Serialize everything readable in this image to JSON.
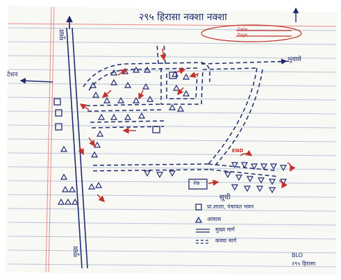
{
  "header": {
    "title": "२९५ हिरासा नक्शा नक्शा"
  },
  "stamp": {
    "line1": "Date",
    "line2": "Page"
  },
  "labels": {
    "road_left_top": "मुख्य",
    "road_left_bottom": "मुख्य",
    "west_arrow": "टेशन",
    "east_arrow": "भुवासे",
    "end_marker": "END",
    "box_number": "२७"
  },
  "legend": {
    "title": "सूची",
    "items": [
      {
        "symbol": "square",
        "label": "प्रा.शाला, पंचायत भवन"
      },
      {
        "symbol": "triangle",
        "label": "आवास"
      },
      {
        "symbol": "double-solid",
        "label": "मुख्य मार्ग"
      },
      {
        "symbol": "double-dashed",
        "label": "कच्चा मार्ग"
      }
    ]
  },
  "signature": {
    "line1": "BLO",
    "line2": "२९५ हिरासा"
  },
  "colors": {
    "blue_ink": "#1d2a6e",
    "red_ink": "#c2322c",
    "rule_line": "#b8c4d8",
    "margin_line": "#e58a8a"
  }
}
